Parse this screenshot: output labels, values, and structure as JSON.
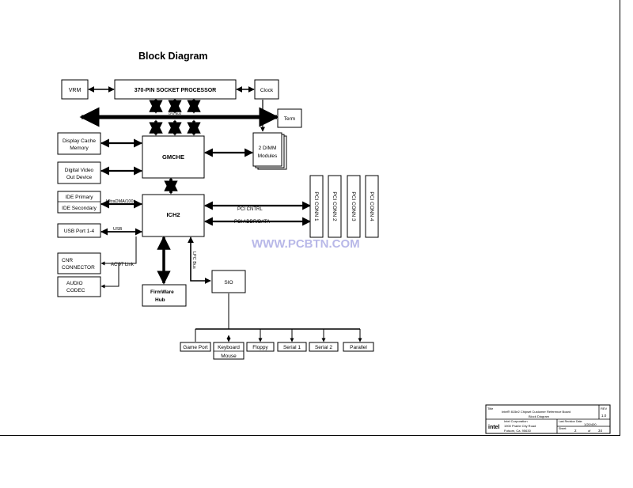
{
  "title": "Block Diagram",
  "watermark": "WWW.PCBTN.COM",
  "blocks": {
    "vrm": "VRM",
    "processor": "370-PIN SOCKET PROCESSOR",
    "clock": "Clock",
    "term": "Term",
    "gmche": "GMCHE",
    "dimm_line1": "2 DIMM",
    "dimm_line2": "Modules",
    "display_cache_line1": "Display Cache",
    "display_cache_line2": "Memory",
    "dvo_line1": "Digital Video",
    "dvo_line2": "Out Device",
    "ide_primary": "IDE Primary",
    "ide_secondary": "IDE Secondary",
    "usb_port": "USB Port 1-4",
    "ich2": "ICH2",
    "cnr_line1": "CNR",
    "cnr_line2": "CONNECTOR",
    "audio_line1": "AUDIO",
    "audio_line2": "CODEC",
    "firmware_line1": "FirmWare",
    "firmware_line2": "Hub",
    "sio": "SIO",
    "pci_conn": [
      "PCI CONN 1",
      "PCI CONN 2",
      "PCI CONN 3",
      "PCI CONN 4"
    ],
    "peripherals": [
      "Game Port",
      "Keyboard",
      "Mouse",
      "Floppy",
      "Serial 1",
      "Serial 2",
      "Parallel"
    ]
  },
  "bus_labels": {
    "cpu_bus": "CPU_BUS",
    "ultradma": "UltraDMA/100",
    "usb": "USB",
    "ac97": "AC'97 Link",
    "lpc": "LPC Bus",
    "pci_cntrl": "PCI CNTRL",
    "pci_addr": "PCI ADDR/DATA"
  },
  "title_block": {
    "title_label": "Title",
    "title_text": "Intel® 815e2 Chipset Customer Reference Board",
    "subtitle": "Block Diagram",
    "org_line1": "Intel Corporation",
    "org_line2": "1900 Prairie City Road",
    "org_line3": "Folsom, Ca. 95630",
    "logo": "intel",
    "rev_label": "REV",
    "rev_value": "1.0",
    "last_rev_label": "Last Revision Date:",
    "last_rev_value": "1/20/400",
    "sheet_label": "Sheet:",
    "sheet_num": "2",
    "sheet_of": "of",
    "sheet_total": "34"
  }
}
